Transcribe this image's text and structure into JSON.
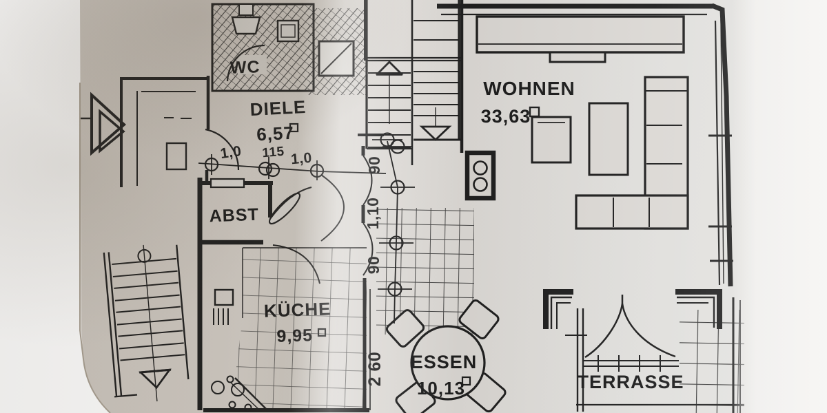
{
  "rooms": {
    "wc": {
      "label": "WC"
    },
    "diele": {
      "label": "DIELE",
      "area": "6,57"
    },
    "abst": {
      "label": "ABST"
    },
    "kueche": {
      "label": "KÜCHE",
      "area": "9,95"
    },
    "wohnen": {
      "label": "WOHNEN",
      "area": "33,63"
    },
    "essen": {
      "label": "ESSEN",
      "area": "10,13"
    },
    "terrasse": {
      "label": "TERRASSE"
    }
  },
  "dimensions": {
    "h": [
      "1,0",
      "115",
      "1,0"
    ],
    "v": [
      "90",
      "1,10",
      "90",
      "2 60"
    ]
  },
  "colors": {
    "ink": "#1d1d1d",
    "paper_left": "#cfc9c2",
    "paper_right": "#dfdedb",
    "photo_edge": "#ffffff"
  }
}
